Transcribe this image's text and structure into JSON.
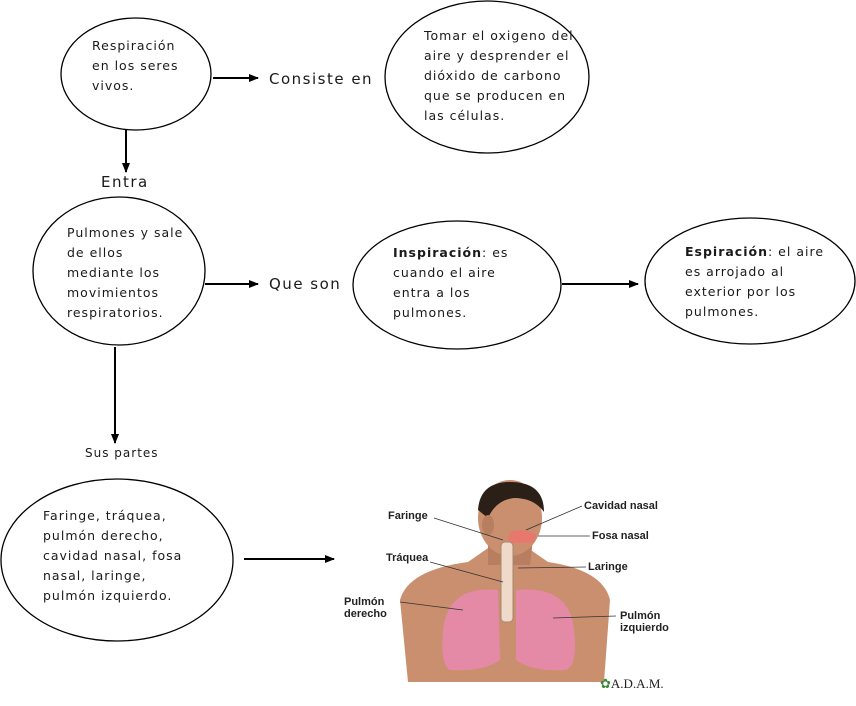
{
  "nodes": {
    "respiracion": "Respiración en los seres vivos.",
    "definicion": "Tomar el oxigeno del aire y desprender el dióxido de carbono que se producen en las células.",
    "pulmones": "Pulmones y sale de ellos mediante los movimientos respiratorios.",
    "inspiracion": {
      "term": "Inspiración",
      "rest": ": es cuando el aire entra a los pulmones."
    },
    "espiracion": {
      "term": "Espiración",
      "rest": ": el aire es arrojado al exterior por los pulmones."
    },
    "partes": "Faringe, tráquea, pulmón derecho, cavidad nasal, fosa nasal, laringe, pulmón izquierdo."
  },
  "connectors": {
    "consiste_en": "Consiste en",
    "entra": "Entra",
    "que_son": "Que son",
    "sus_partes": "Sus partes"
  },
  "illustration": {
    "labels": {
      "faringe": "Faringe",
      "traquea": "Tráquea",
      "pulmon_derecho": "Pulmón derecho",
      "cavidad_nasal": "Cavidad nasal",
      "fosa_nasal": "Fosa nasal",
      "laringe": "Laringe",
      "pulmon_izquierdo": "Pulmón izquierdo"
    },
    "credit": "A.D.A.M."
  },
  "colors": {
    "lung": "#e58aa6",
    "skin": "#c98f6f",
    "hair": "#2b2018"
  }
}
